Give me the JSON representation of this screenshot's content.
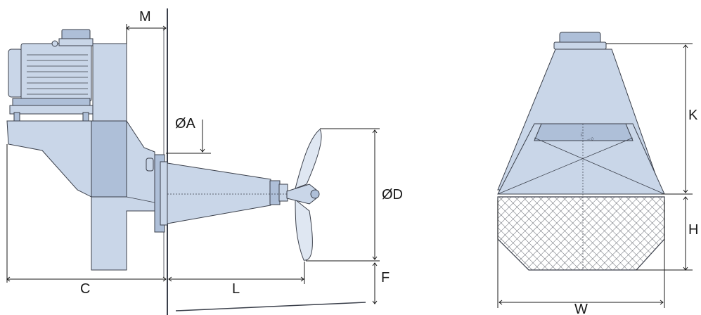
{
  "colors": {
    "body": "#c9d6e8",
    "body_dark": "#aebfd8",
    "outline": "#3a3f4a",
    "dimension": "#1a1a1a"
  },
  "labels": {
    "M": "M",
    "A": "ØA",
    "D": "ØD",
    "F": "F",
    "C": "C",
    "L": "L",
    "K": "K",
    "H": "H",
    "W": "W"
  }
}
